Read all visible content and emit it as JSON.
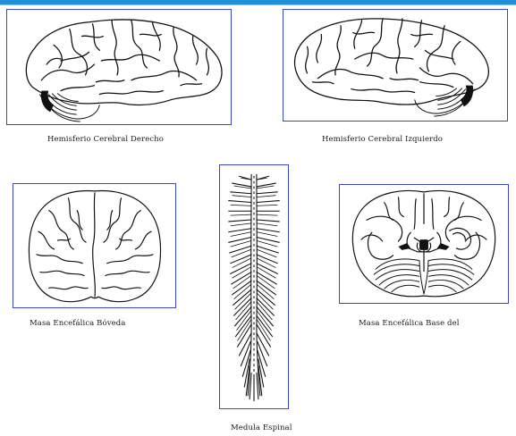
{
  "header": {
    "accent_color": "#1f8fd8"
  },
  "figures": {
    "right_hemisphere": {
      "caption": "Hemisferio Cerebral Derecho",
      "icon": "brain-lateral-view"
    },
    "left_hemisphere": {
      "caption": "Hemisferio Cerebral Izquierdo",
      "icon": "brain-lateral-view-mirrored"
    },
    "vault": {
      "caption": "Masa Encefálica Bóveda",
      "icon": "brain-top-view"
    },
    "spinal_cord": {
      "caption": "Medula Espinal",
      "icon": "spinal-cord"
    },
    "base": {
      "caption": "Masa Encefálica Base del",
      "icon": "brain-base-view"
    }
  },
  "colors": {
    "frame_border": "#3a46c8",
    "ink": "#111111"
  }
}
